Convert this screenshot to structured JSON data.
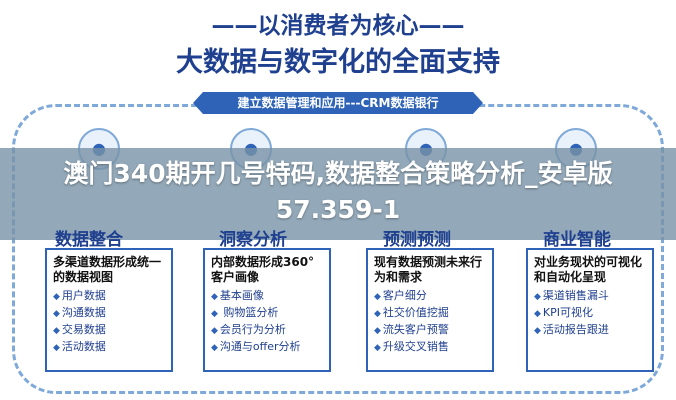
{
  "header": {
    "subtitle": "——以消费者为核心——",
    "title": "大数据与数字化的全面支持",
    "ribbon": "建立数据管理和应用---CRM数据银行"
  },
  "banner": {
    "text": "澳门340期开几号特码,数据整合策略分析_安卓版57.359-1"
  },
  "columns": [
    {
      "heading": "数据整合",
      "card_title": "多渠道数据形成统一的数据视图",
      "items": [
        "用户数据",
        "沟通数据",
        "交易数据",
        "活动数据"
      ]
    },
    {
      "heading": "洞察分析",
      "card_title": "内部数据形成360°客户画像",
      "items": [
        "基本画像",
        " 购物篮分析",
        "会员行为分析",
        "沟通与offer分析"
      ]
    },
    {
      "heading": "预测预测",
      "card_title": "现有数据预测未来行为和需求",
      "items": [
        "客户细分",
        "社交价值挖掘",
        "流失客户预警",
        "升级交叉销售"
      ]
    },
    {
      "heading": "商业智能",
      "card_title": "对业务现状的可视化和自动化呈现",
      "items": [
        "渠道销售漏斗",
        "KPI可视化",
        "活动报告跟进"
      ]
    }
  ],
  "icons": {
    "bullet": "diamond-icon",
    "node": "circle-node-icon"
  },
  "colors": {
    "primary": "#1f3f8f",
    "accent": "#2e63b8",
    "frame": "#7ea9d8",
    "banner": "#7892a6"
  }
}
